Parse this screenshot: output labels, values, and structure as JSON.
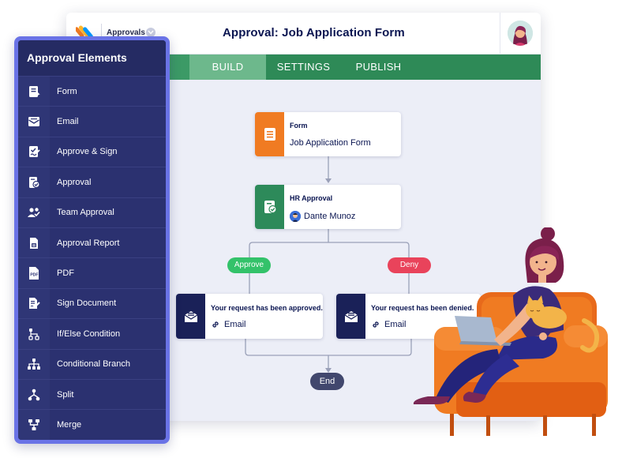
{
  "app": {
    "name": "Approvals",
    "form_title": "Approval: Job Application Form"
  },
  "tabs": [
    {
      "label": "BUILD",
      "active": true
    },
    {
      "label": "SETTINGS",
      "active": false
    },
    {
      "label": "PUBLISH",
      "active": false
    }
  ],
  "sidebar": {
    "title": "Approval Elements",
    "items": [
      {
        "label": "Form",
        "icon": "form-icon"
      },
      {
        "label": "Email",
        "icon": "email-icon"
      },
      {
        "label": "Approve & Sign",
        "icon": "approve-sign-icon"
      },
      {
        "label": "Approval",
        "icon": "approval-icon"
      },
      {
        "label": "Team Approval",
        "icon": "team-approval-icon"
      },
      {
        "label": "Approval Report",
        "icon": "approval-report-icon"
      },
      {
        "label": "PDF",
        "icon": "pdf-icon"
      },
      {
        "label": "Sign Document",
        "icon": "sign-document-icon"
      },
      {
        "label": "If/Else Condition",
        "icon": "if-else-icon"
      },
      {
        "label": "Conditional Branch",
        "icon": "conditional-branch-icon"
      },
      {
        "label": "Split",
        "icon": "split-icon"
      },
      {
        "label": "Merge",
        "icon": "merge-icon"
      }
    ]
  },
  "flow": {
    "form_node": {
      "title": "Form",
      "subtitle": "Job Application Form"
    },
    "approval_node": {
      "title": "HR Approval",
      "assignee": "Dante Munoz"
    },
    "approve_label": "Approve",
    "deny_label": "Deny",
    "approved_email": {
      "title": "Your request has been approved.",
      "subtitle": "Email"
    },
    "denied_email": {
      "title": "Your request has been denied.",
      "subtitle": "Email"
    },
    "end_label": "End"
  },
  "colors": {
    "navy": "#0a1551",
    "sidebar_bg": "#2b3170",
    "sidebar_border": "#6a73e6",
    "tab_green": "#2e8a57",
    "tab_active": "#6db88c",
    "form_orange": "#f07b22",
    "approval_green": "#2d8a5a",
    "approve_pill": "#33c26a",
    "deny_pill": "#e9435b",
    "email_navy": "#1a2158",
    "end_pill": "#41476d"
  }
}
